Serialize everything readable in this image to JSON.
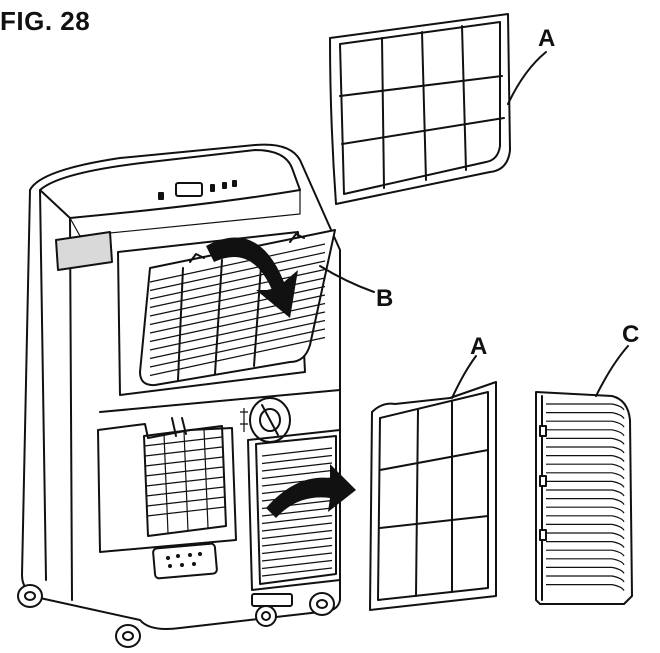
{
  "figure_label": "FIG. 28",
  "callouts": {
    "filter_top": "A",
    "filter_bottom": "A",
    "grille_upper": "B",
    "grille_side": "C"
  },
  "colors": {
    "ink": "#111111",
    "paper": "#ffffff",
    "shade": "#d9d9d9"
  }
}
